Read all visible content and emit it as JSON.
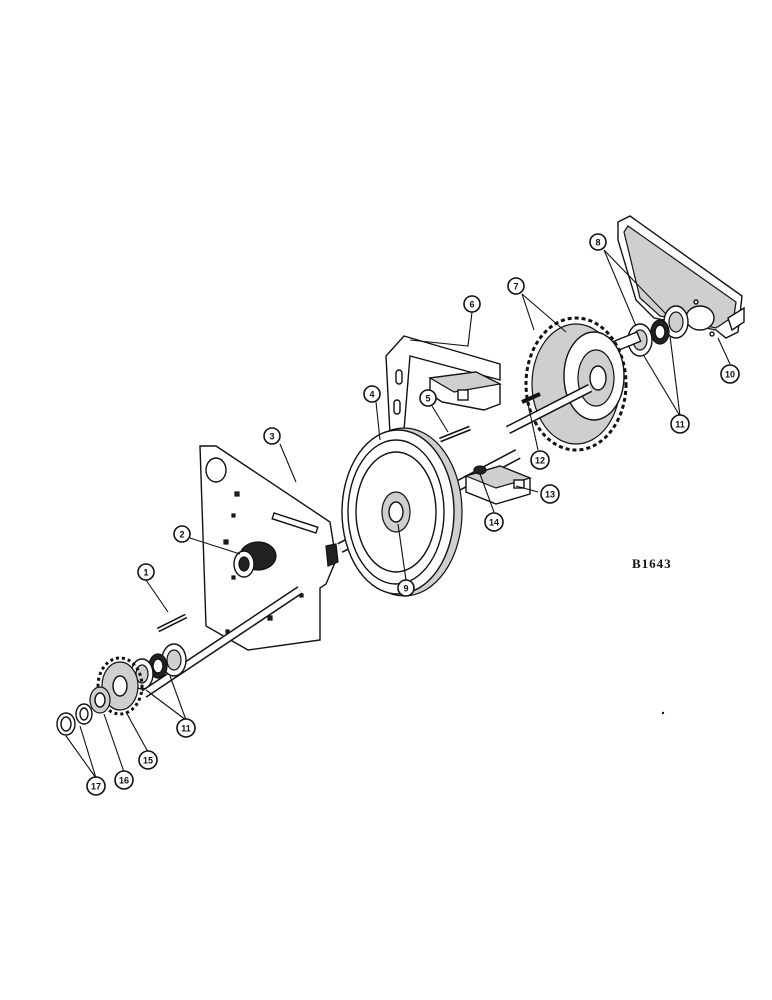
{
  "figure": {
    "code": "B1643"
  },
  "callouts": [
    "1",
    "2",
    "3",
    "4",
    "5",
    "6",
    "7",
    "8",
    "9",
    "10",
    "11",
    "12",
    "13",
    "14",
    "15",
    "16",
    "17"
  ]
}
